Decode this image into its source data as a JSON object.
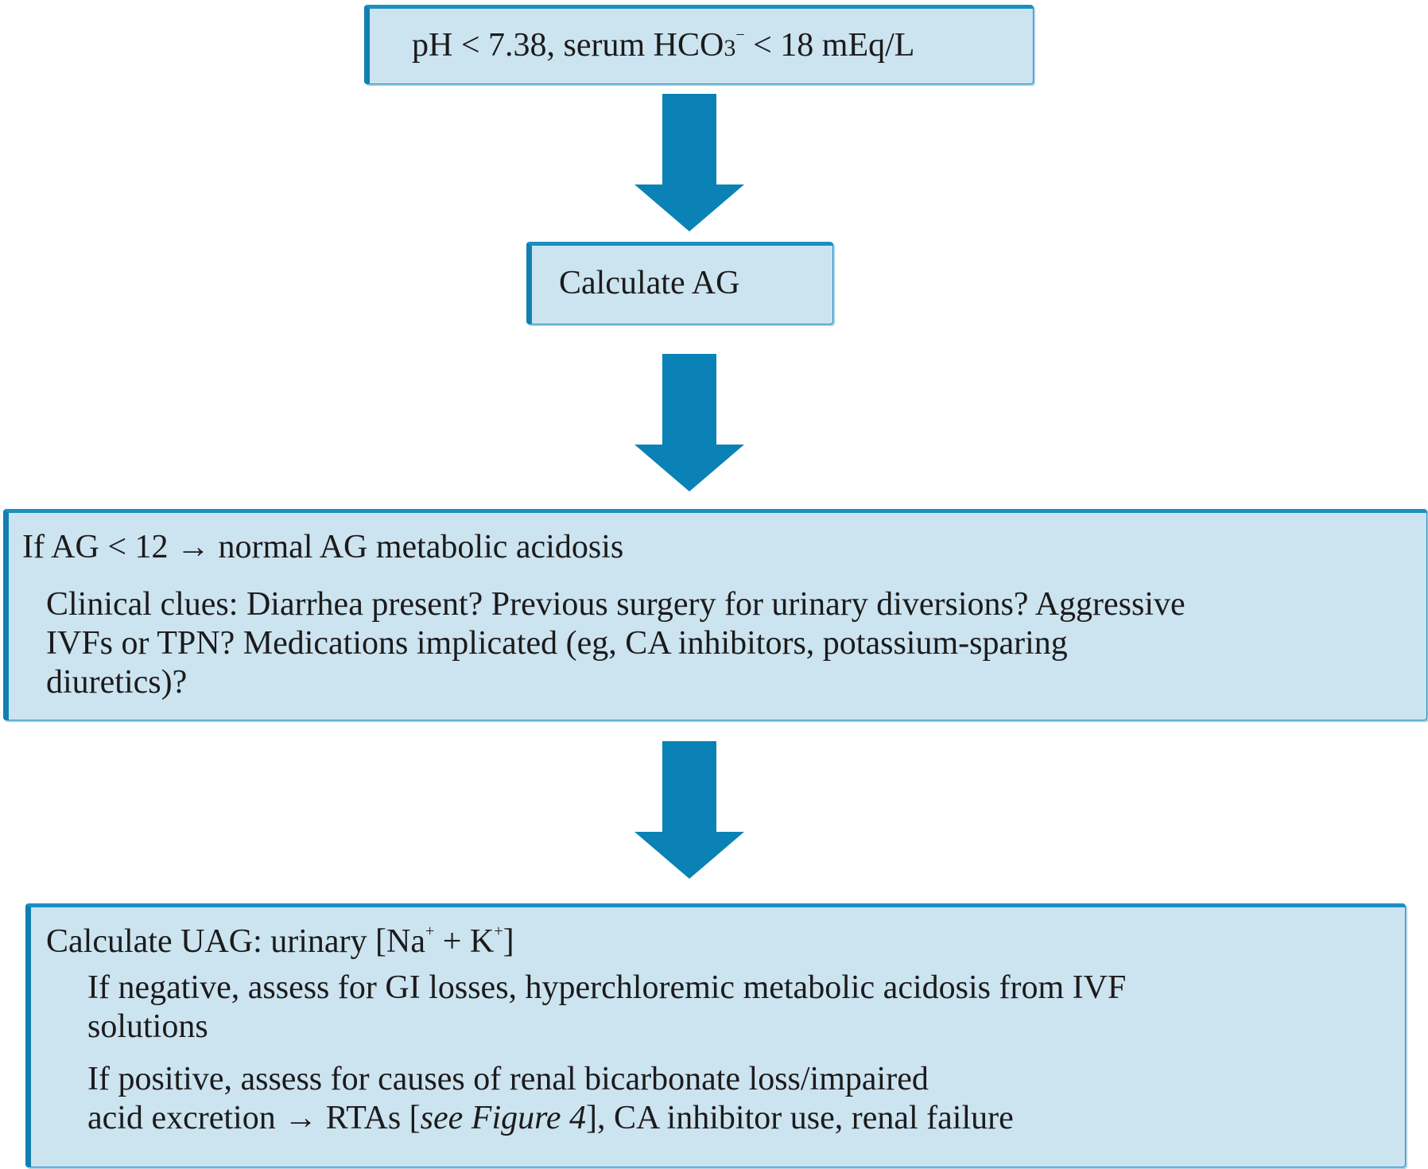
{
  "box1": {
    "text_a": "pH < 7.38, serum HCO",
    "sub": "3",
    "sup": "−",
    "text_b": " < 18 mEq/L"
  },
  "box2": {
    "text": "Calculate AG"
  },
  "box3": {
    "heading": "If AG < 12 → normal AG metabolic acidosis",
    "lines": [
      "Clinical clues: Diarrhea present? Previous surgery for urinary diversions? Aggressive",
      "IVFs or TPN? Medications implicated (eg, CA inhibitors, potassium-sparing",
      "diuretics)?"
    ]
  },
  "box4": {
    "heading_a": "Calculate UAG: urinary [Na",
    "heading_sup1": "+",
    "heading_b": " + K",
    "heading_sup2": "+",
    "heading_c": "]",
    "neg_lines": [
      "If negative, assess for GI losses, hyperchloremic metabolic acidosis from IVF",
      "solutions"
    ],
    "pos_line1": "If positive, assess for causes of renal bicarbonate loss/impaired",
    "pos_line2_a": "acid excretion → RTAs [",
    "pos_line2_italic": "see Figure 4",
    "pos_line2_b": "], CA inhibitor use, renal failure"
  },
  "colors": {
    "box_fill": "#cce3f0",
    "box_border": "#1b8fc2",
    "arrow": "#0a82b6"
  }
}
